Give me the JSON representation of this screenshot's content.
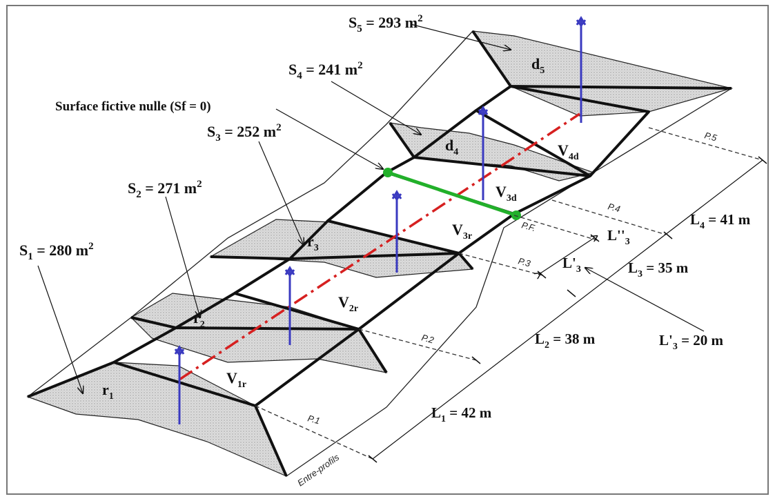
{
  "surfaces": [
    {
      "name": "S1",
      "value": "280 m",
      "exp": "2"
    },
    {
      "name": "S2",
      "value": "271 m",
      "exp": "2"
    },
    {
      "name": "S3",
      "value": "252 m",
      "exp": "2"
    },
    {
      "name": "S4",
      "value": "241 m",
      "exp": "2"
    },
    {
      "name": "S5",
      "value": "293 m",
      "exp": "2"
    }
  ],
  "sf_label": "Surface fictive nulle (Sf = 0)",
  "lengths": [
    {
      "name": "L1",
      "value": "= 42 m"
    },
    {
      "name": "L2",
      "value": "= 38 m"
    },
    {
      "name": "L3",
      "value": "= 35 m"
    },
    {
      "name": "L4",
      "value": "= 41 m"
    },
    {
      "name": "L'3",
      "value": "= 20 m"
    }
  ],
  "volumes": [
    "V1r",
    "V2r",
    "V3r",
    "V3d",
    "V4d"
  ],
  "sections": [
    "r1",
    "r2",
    "r3",
    "d4",
    "d5"
  ],
  "profiles": [
    "P1",
    "P2",
    "P3",
    "P4",
    "P5",
    "PF"
  ],
  "entre_profils": "Entre-profils",
  "colors": {
    "axis": "#d62020",
    "poles": "#3a3ac0",
    "fictive": "#22b02a",
    "shade": "#d6d6d6"
  }
}
